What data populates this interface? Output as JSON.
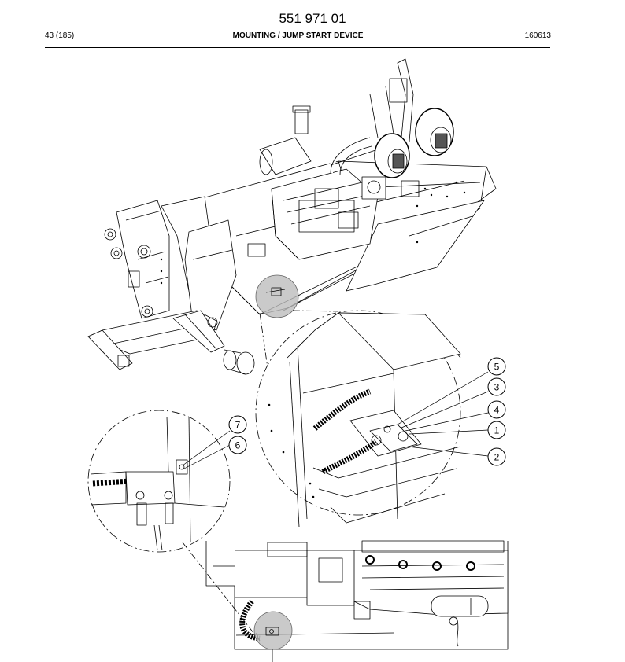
{
  "header": {
    "document_number": "551 971 01",
    "page": "43 (185)",
    "section_title": "MOUNTING / JUMP START DEVICE",
    "date_code": "160613"
  },
  "callouts": [
    {
      "id": "5",
      "label": "5"
    },
    {
      "id": "3",
      "label": "3"
    },
    {
      "id": "4",
      "label": "4"
    },
    {
      "id": "1",
      "label": "1"
    },
    {
      "id": "2",
      "label": "2"
    },
    {
      "id": "7",
      "label": "7"
    },
    {
      "id": "6",
      "label": "6"
    }
  ]
}
